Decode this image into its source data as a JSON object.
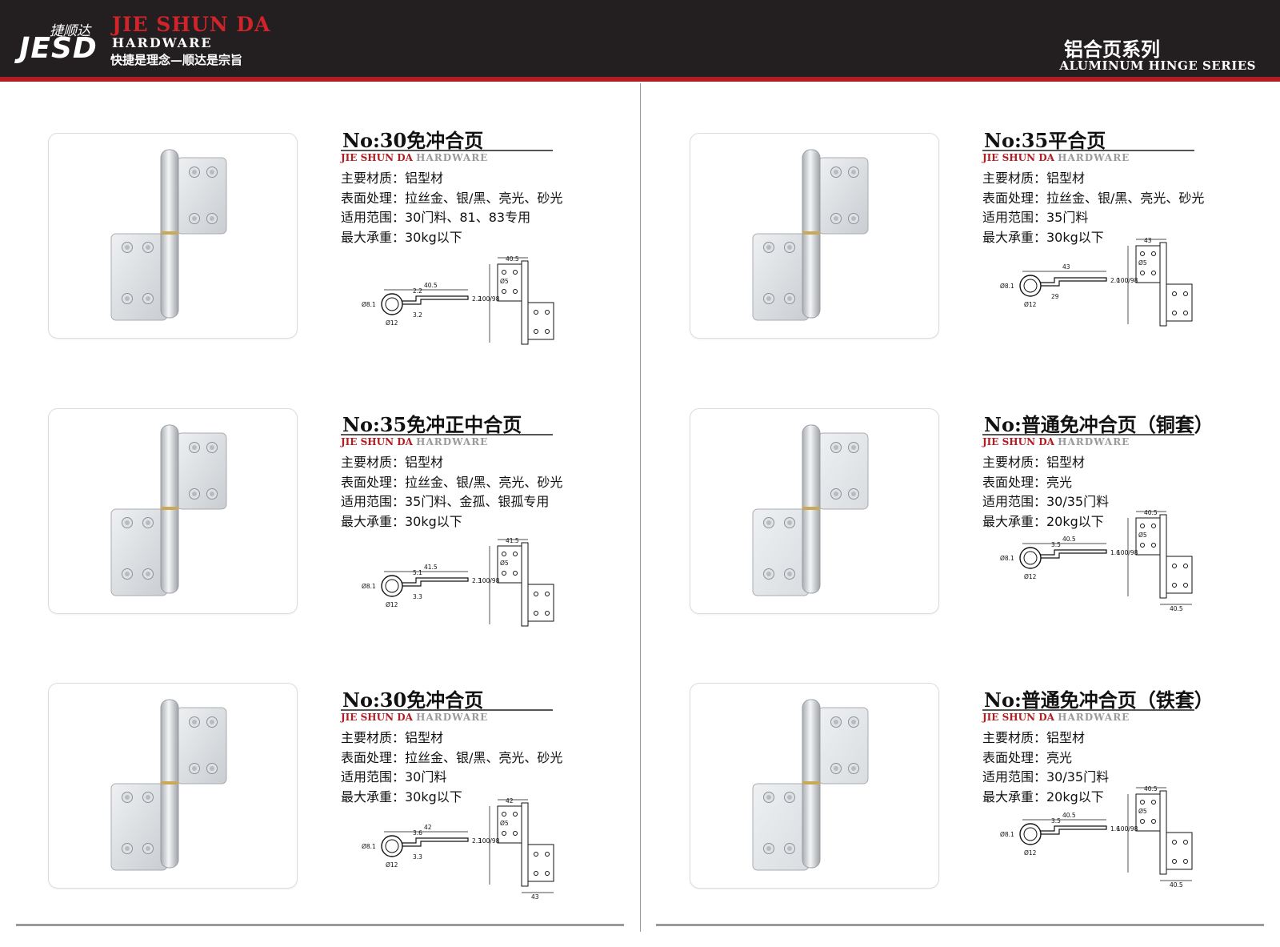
{
  "header": {
    "logo_cn": "捷顺达",
    "logo_en": "JESD",
    "brand": "JIE SHUN DA",
    "brand_sub": "HARDWARE",
    "slogan": "快捷是理念—顺达是宗旨",
    "series_cn": "铝合页系列",
    "series_en": "ALUMINUM HINGE SERIES"
  },
  "colors": {
    "header_bg": "#231f20",
    "accent_red": "#b01d22"
  },
  "products": [
    {
      "title": "No:30免冲合页",
      "sub_red": "JIE SHUN DA",
      "sub_gray": "HARDWARE",
      "specs": [
        "主要材质：铝型材",
        "表面处理：拉丝金、银/黑、亮光、砂光",
        "适用范围：30门料、81、83专用",
        "最大承重：30kg以下"
      ],
      "dims": {
        "width": "40.5",
        "height": "100/98",
        "hole": "Ø5",
        "plan_len": "40.5",
        "pin": "Ø8.1",
        "barrel": "Ø12",
        "gap": "2.2",
        "thk": "2.2",
        "step": "3.2"
      }
    },
    {
      "title": "No:35免冲正中合页",
      "sub_red": "JIE SHUN DA",
      "sub_gray": "HARDWARE",
      "specs": [
        "主要材质：铝型材",
        "表面处理：拉丝金、银/黑、亮光、砂光",
        "适用范围：35门料、金孤、银孤专用",
        "最大承重：30kg以下"
      ],
      "dims": {
        "width": "41.5",
        "height": "100/98",
        "hole": "Ø5",
        "plan_len": "41.5",
        "pin": "Ø8.1",
        "barrel": "Ø12",
        "gap": "5.1",
        "thk": "2.3",
        "step": "3.3"
      }
    },
    {
      "title": "No:30免冲合页",
      "sub_red": "JIE SHUN DA",
      "sub_gray": "HARDWARE",
      "specs": [
        "主要材质：铝型材",
        "表面处理：拉丝金、银/黑、亮光、砂光",
        "适用范围：30门料",
        "最大承重：30kg以下"
      ],
      "dims": {
        "width": "42",
        "width2": "43",
        "height": "100/98",
        "hole": "Ø5",
        "plan_len": "42",
        "pin": "Ø8.1",
        "barrel": "Ø12",
        "gap": "3.6",
        "thk": "2.3",
        "step": "3.3"
      }
    },
    {
      "title": "No:35平合页",
      "sub_red": "JIE SHUN DA",
      "sub_gray": "HARDWARE",
      "specs": [
        "主要材质：铝型材",
        "表面处理：拉丝金、银/黑、亮光、砂光",
        "适用范围：35门料",
        "最大承重：30kg以下"
      ],
      "dims": {
        "width": "43",
        "height": "100/98",
        "hole": "Ø5",
        "plan_len": "43",
        "pin": "Ø8.1",
        "barrel": "Ø12",
        "thk": "2.0",
        "step": "29"
      }
    },
    {
      "title": "No:普通免冲合页（铜套）",
      "sub_red": "JIE SHUN DA",
      "sub_gray": "HARDWARE",
      "specs": [
        "主要材质：铝型材",
        "表面处理：亮光",
        "适用范围：30/35门料",
        "最大承重：20kg以下"
      ],
      "dims": {
        "width": "40.5",
        "width2": "40.5",
        "height": "100/98",
        "hole": "Ø5",
        "plan_len": "40.5",
        "pin": "Ø8.1",
        "barrel": "Ø12",
        "gap": "3.5",
        "thk": "1.6"
      }
    },
    {
      "title": "No:普通免冲合页（铁套）",
      "sub_red": "JIE SHUN DA",
      "sub_gray": "HARDWARE",
      "specs": [
        "主要材质：铝型材",
        "表面处理：亮光",
        "适用范围：30/35门料",
        "最大承重：20kg以下"
      ],
      "dims": {
        "width": "40.5",
        "width2": "40.5",
        "height": "100/98",
        "hole": "Ø5",
        "plan_len": "40.5",
        "pin": "Ø8.1",
        "barrel": "Ø12",
        "gap": "3.5",
        "thk": "1.6"
      }
    }
  ]
}
